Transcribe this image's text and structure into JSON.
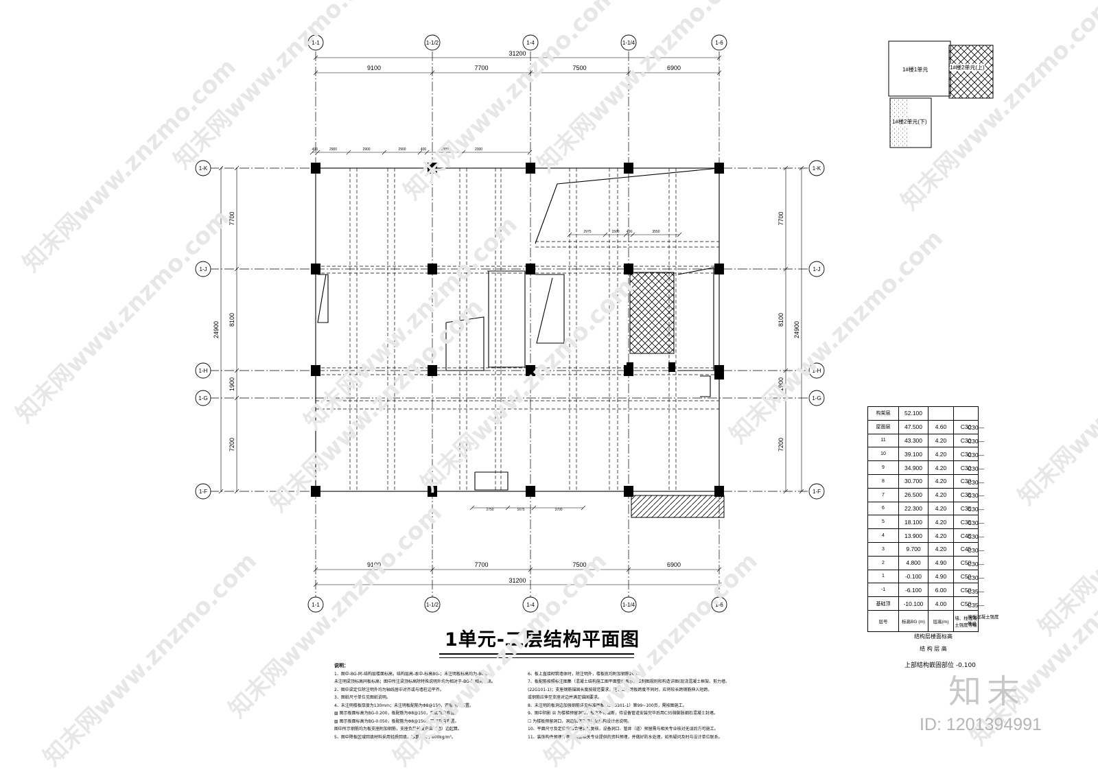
{
  "drawing_title": "1单元-二层结构平面图",
  "axes_x": [
    "1-1",
    "1-1/2",
    "1-4",
    "1-1/4",
    "1-6"
  ],
  "axes_y": [
    "1-K",
    "1-J",
    "1-H",
    "1-G",
    "1-F"
  ],
  "dims_x_total": "31200",
  "dims_x": [
    "9100",
    "7700",
    "7500",
    "6900"
  ],
  "dims_y_total": "24900",
  "dims_y": [
    "7700",
    "8100",
    "1900",
    "7200"
  ],
  "dims_top_detail": [
    "400",
    "2900",
    "2900",
    "2900",
    "400",
    "2900",
    "2300"
  ],
  "dims_mid_detail": [
    "2975",
    "1500",
    "400",
    "3550"
  ],
  "dims_bottom_detail": [
    "2750",
    "1675",
    "3700"
  ],
  "key_plan": {
    "unit1": "1#楼1单元",
    "unit2_top": "1#楼2单元(上)",
    "unit2_bottom": "1#楼2单元(下)"
  },
  "level_table": {
    "header": [
      "层号",
      "标高BG (m)",
      "层高(m)",
      "墙、柱混凝土强度等级",
      "梁板混凝土强度等级"
    ],
    "rows": [
      [
        "构架层",
        "52.100",
        "",
        "",
        ""
      ],
      [
        "屋面层",
        "47.500",
        "4.60",
        "C30",
        "C30"
      ],
      [
        "11",
        "43.300",
        "4.20",
        "C30",
        "C30"
      ],
      [
        "10",
        "39.100",
        "4.20",
        "C30",
        "C30"
      ],
      [
        "9",
        "34.900",
        "4.20",
        "C30",
        "C30"
      ],
      [
        "8",
        "30.700",
        "4.20",
        "C30",
        "C30"
      ],
      [
        "7",
        "26.500",
        "4.20",
        "C35",
        "C30"
      ],
      [
        "6",
        "22.300",
        "4.20",
        "C35",
        "C30"
      ],
      [
        "5",
        "18.100",
        "4.20",
        "C35",
        "C30"
      ],
      [
        "4",
        "13.900",
        "4.20",
        "C45",
        "C30"
      ],
      [
        "3",
        "9.700",
        "4.20",
        "C45",
        "C30"
      ],
      [
        "2",
        "4.800",
        "4.90",
        "C50",
        "C30"
      ],
      [
        "1",
        "-0.100",
        "4.90",
        "C50",
        "C30"
      ],
      [
        "-1",
        "-6.100",
        "6.00",
        "C50",
        "C35"
      ],
      [
        "基础顶",
        "-10.100",
        "4.00",
        "C50",
        "C35"
      ]
    ],
    "caption1": "结构层楼面标高",
    "caption2": "结 构 层 高",
    "embed_label": "上部结构嵌固部位",
    "embed_value": "-0.100"
  },
  "notes_title": "说明：",
  "notes_left": [
    "1、图中-BG-同-结构层楼面标高，结构层高-本中-标高BG-；未注明板标高均为-BG-。",
    "   未注明梁顶标高同板标高；图中所注梁顶标高除特殊说明外均为相对于-BG-的相对标高。",
    "2、图中梁定位除注明外均为轴线居中对齐或与墙柱边平齐。",
    "3、图纸尺寸单位见图纸说明。",
    "4、未注明楼板厚度为130mm；未注明板配筋为Φ8@150，双层双向布置。",
    "   ▨ 图示板面标高为BG-0.200，板配筋为Φ8@150，双层双向布置。",
    "   ▧ 图示板面标高为BG-0.050，板配筋为Φ8@150，双层双向布置。",
    "   图中所示钢筋均为板支座附加钢筋，支座负筋长度自梁（墙）边起算。",
    "5、图中降板区域回填材料采用轻质回填，容重不大于800kg/m³。"
  ],
  "notes_right": [
    "6、板上直接砌筑墙体时，除注明外，楼板底均附加钢筋2Φ16。",
    "7、板配筋按照标注图集（混凝土结构施工图平面整体表示方法制图规则和构造详图(现浇混凝土框架、剪力墙、梁、板)",
    "   (22G101-1)；支座钢筋锚固长度按规范要求，注意当邻跨板跨度不同时，应将较长跨钢筋伸入短跨。",
    "   或钢筋应伸至支座对边并满足锚固要求。",
    "8、未注明的板洞边加强钢筋详见标准图集（22G101-1）第99~100页，需按图施工。",
    "9、图中阴影 ☒ 为楼梯预留洞口，板底不得截断，待设备管道安装完毕后用C35微膨胀细石混凝土封堵。",
    "   ☐ 为楼板预留洞口，洞边加强钢筋详见结构设计总说明。",
    "10、平面尺寸及定位应结合建筑图复核，设备洞口、管井（道）预留需与相关专业核对无误后方可施工。",
    "11、装饰构件预埋件等应根据相关专业提供的资料预埋，并做好防水处理，如有疑问及时与设计单位联系。"
  ],
  "watermark_text": "知末网www.znzmo.com",
  "brand": "知末",
  "image_id": "ID: 1201394991"
}
